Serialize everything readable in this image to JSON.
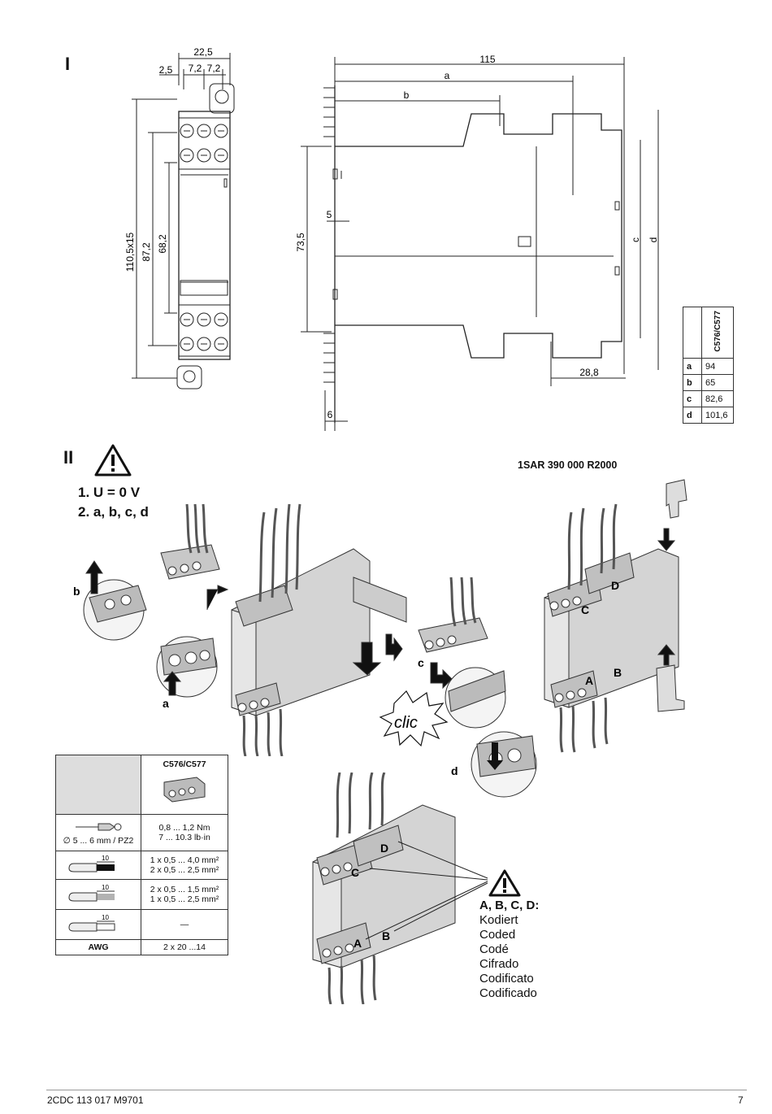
{
  "section1": {
    "label": "I",
    "front_dims": {
      "top": "22,5",
      "left_gap": "2,5",
      "pitch1": "7,2",
      "pitch2": "7,2",
      "height_total": "110,5x15",
      "height_mid": "87,2",
      "height_inner": "68,2"
    },
    "side_dims": {
      "overall": "115",
      "a": "a",
      "b": "b",
      "c": "c",
      "d": "d",
      "height": "73,5",
      "offset5": "5",
      "offset6": "6",
      "rail": "28,8"
    },
    "dim_table": {
      "header": "C576/C577",
      "rows": [
        {
          "key": "a",
          "value": "94"
        },
        {
          "key": "b",
          "value": "65"
        },
        {
          "key": "c",
          "value": "82,6"
        },
        {
          "key": "d",
          "value": "101,6"
        }
      ]
    }
  },
  "section2": {
    "label": "II",
    "step1": "1. U = 0 V",
    "step2": "2. a, b, c, d",
    "part_number": "1SAR 390 000 R2000",
    "callouts": {
      "a": "a",
      "b": "b",
      "c": "c",
      "d": "d",
      "clic": "clic",
      "A": "A",
      "B": "B",
      "C": "C",
      "D": "D"
    }
  },
  "spec_table": {
    "header": "C576/C577",
    "torque": {
      "tool": "∅ 5 ... 6 mm / PZ2",
      "nm": "0,8 ... 1,2 Nm",
      "lbin": "7 ... 10.3 lb·in"
    },
    "wire1": {
      "len": "10",
      "l1": "1 x 0,5 ... 4,0 mm²",
      "l2": "2 x 0,5 ... 2,5 mm²"
    },
    "wire2": {
      "len": "10",
      "l1": "2 x 0,5 ... 1,5 mm²",
      "l2": "1 x 0,5 ... 2,5 mm²"
    },
    "wire3": {
      "len": "10",
      "value": "—"
    },
    "awg": {
      "label": "AWG",
      "value": "2 x 20 ...14"
    }
  },
  "coding_legend": {
    "title": "A, B, C, D:",
    "items": [
      "Kodiert",
      "Coded",
      "Codé",
      "Cifrado",
      "Codificato",
      "Codificado"
    ]
  },
  "footer": {
    "doc_id": "2CDC 113 017 M9701",
    "page": "7"
  }
}
